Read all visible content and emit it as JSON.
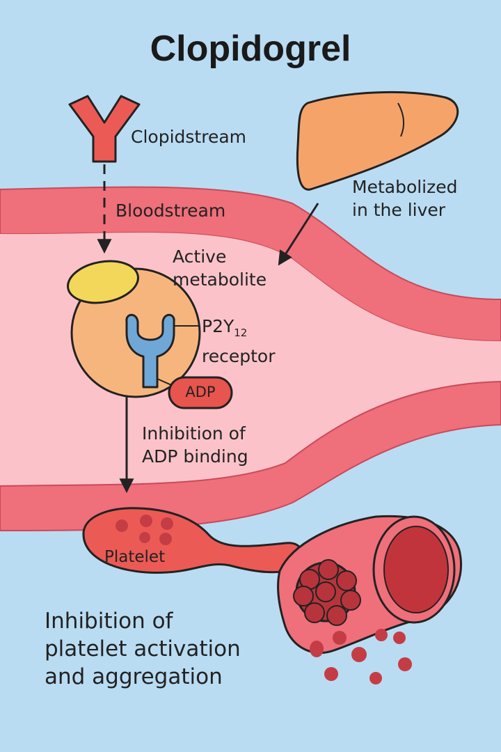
{
  "title": "Clopidogrel",
  "labels": {
    "drug": "Clopidstream",
    "bloodstream": "Bloodstream",
    "liver_line1": "Metabolized",
    "liver_line2": "in the liver",
    "active_line1": "Active",
    "active_line2": "metabolite",
    "receptor_name": "P2Y",
    "receptor_sub": "12",
    "receptor_word": "receptor",
    "adp": "ADP",
    "inhibition_line1": "Inhibition of",
    "inhibition_line2": "ADP binding",
    "platelet": "Platelet",
    "result_line1": "Inhibition of",
    "result_line2": "platelet activation",
    "result_line3": "and aggregation"
  },
  "colors": {
    "background": "#b9dcf2",
    "vessel_wall": "#ef6f7a",
    "vessel_lumen": "#fbc3c9",
    "liver": "#f6a36a",
    "metabolite": "#f3d75a",
    "cell": "#f7b57e",
    "receptor": "#6fa8d6",
    "adp": "#e8544e",
    "platelet": "#ec5a55",
    "clot": "#b8343c"
  }
}
